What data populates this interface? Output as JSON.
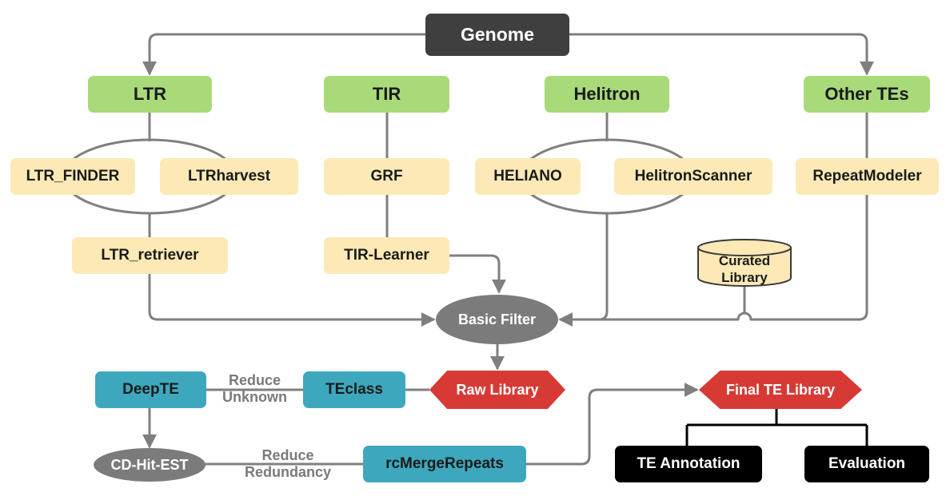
{
  "colors": {
    "wire": "#7f7f7f",
    "root": "#3f3f3f",
    "category": "#a9da7a",
    "tool": "#fde9b6",
    "classifier": "#3da8bd",
    "library": "#d73a34",
    "output": "#000000"
  },
  "nodes": {
    "genome": "Genome",
    "ltr": "LTR",
    "tir": "TIR",
    "helitron": "Helitron",
    "other_tes": "Other TEs",
    "ltr_finder": "LTR_FINDER",
    "ltrharvest": "LTRharvest",
    "grf": "GRF",
    "heliano": "HELIANO",
    "helitronscanner": "HelitronScanner",
    "repeatmodeler": "RepeatModeler",
    "ltr_retriever": "LTR_retriever",
    "tir_learner": "TIR-Learner",
    "curated_library_line1": "Curated",
    "curated_library_line2": "Library",
    "basic_filter": "Basic Filter",
    "raw_library": "Raw Library",
    "teclass": "TEclass",
    "deepte": "DeepTE",
    "cd_hit_est": "CD-Hit-EST",
    "rcmergerepeats": "rcMergeRepeats",
    "final_te_library": "Final TE Library",
    "te_annotation": "TE Annotation",
    "evaluation": "Evaluation"
  },
  "edge_labels": {
    "reduce_unknown_line1": "Reduce",
    "reduce_unknown_line2": "Unknown",
    "reduce_redundancy_line1": "Reduce",
    "reduce_redundancy_line2": "Redundancy"
  }
}
